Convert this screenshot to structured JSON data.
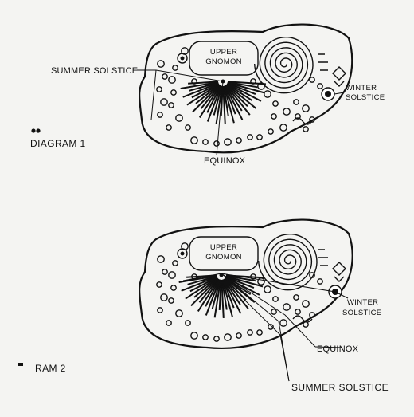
{
  "diagram1": {
    "title": "DIAGRAM 1",
    "upper_gnomon": [
      "UPPER",
      "GNOMON"
    ],
    "summer_solstice": "SUMMER SOLSTICE",
    "winter_solstice": [
      "WINTER",
      "SOLSTICE"
    ],
    "equinox": "EQUINOX"
  },
  "diagram2": {
    "title": "RAM 2",
    "upper_gnomon": [
      "UPPER",
      "GNOMON"
    ],
    "winter_solstice": [
      "WINTER",
      "SOLSTICE"
    ],
    "equinox": "EQUINOX",
    "summer_solstice": "SUMMER SOLSTICE"
  }
}
